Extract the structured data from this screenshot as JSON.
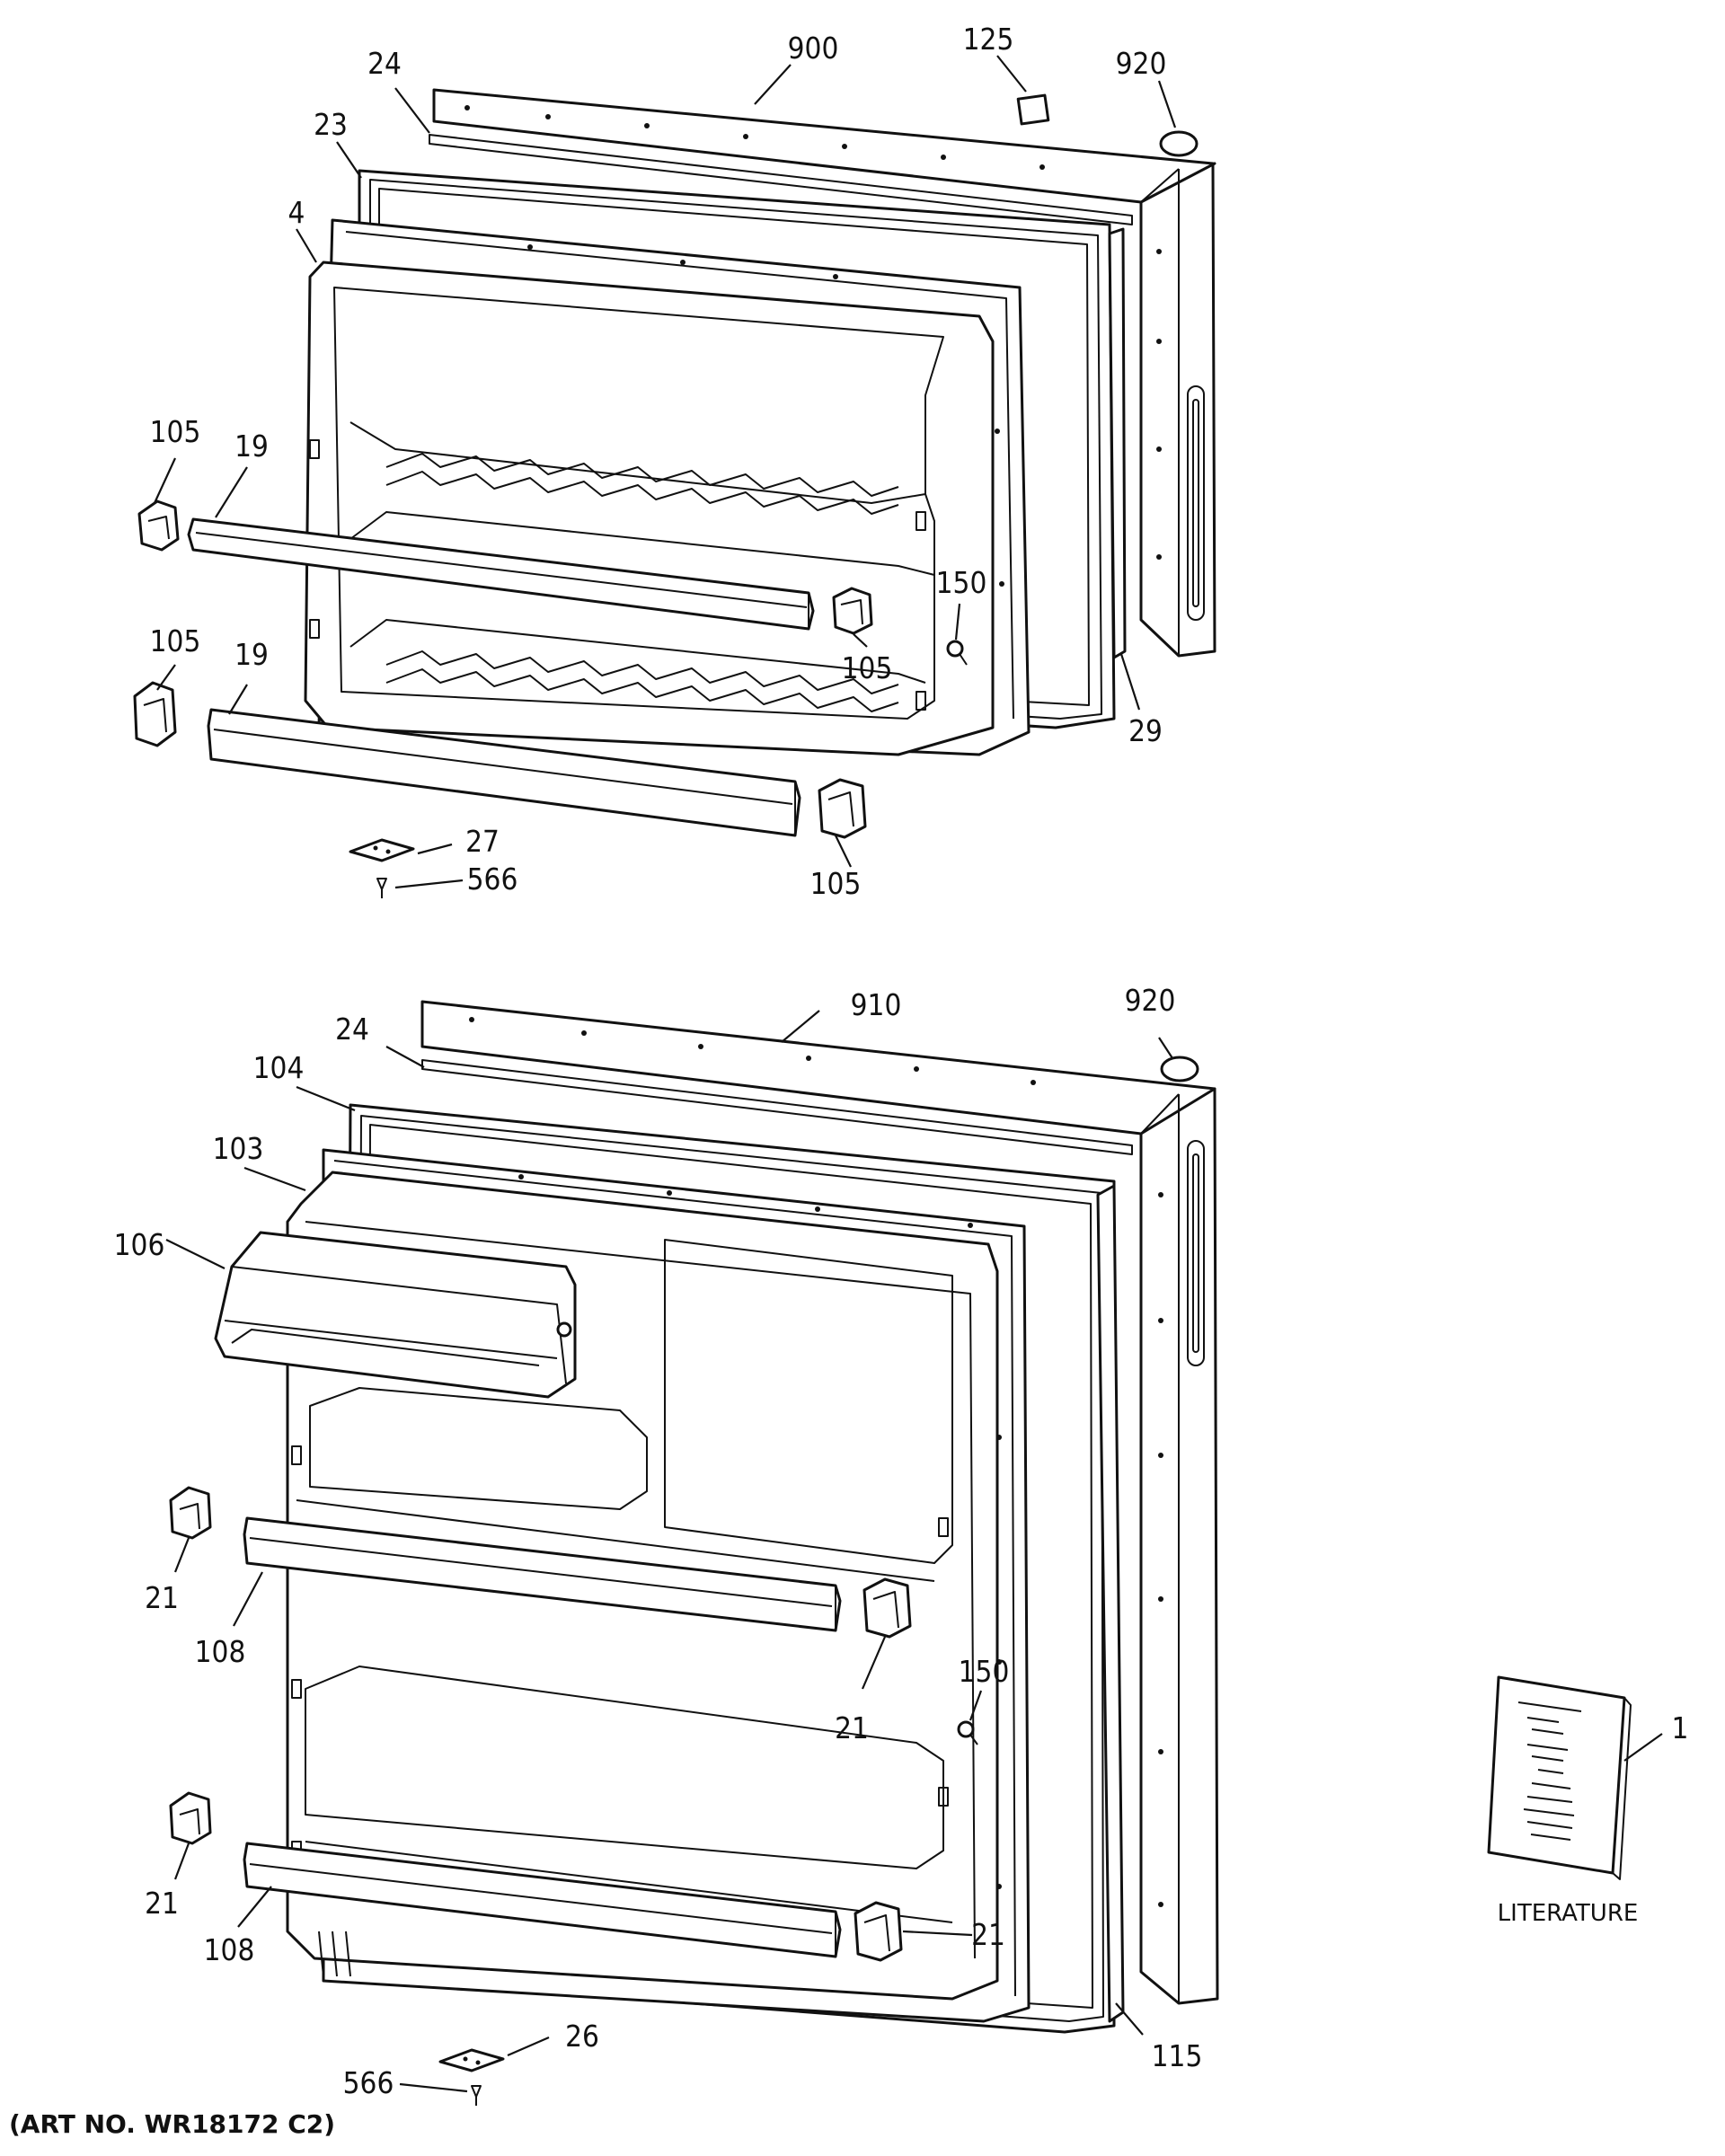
{
  "top_door_labels": {
    "l900": "900",
    "l125": "125",
    "l920": "920",
    "l24": "24",
    "l23": "23",
    "l4": "4",
    "l105a": "105",
    "l19a": "19",
    "l105b": "105",
    "l19b": "19",
    "l150": "150",
    "l105c": "105",
    "l29": "29",
    "l27": "27",
    "l566": "566",
    "l105d": "105"
  },
  "bottom_door_labels": {
    "l910": "910",
    "l920": "920",
    "l24": "24",
    "l104": "104",
    "l103": "103",
    "l106": "106",
    "l21a": "21",
    "l108a": "108",
    "l150": "150",
    "l21b": "21",
    "l21c": "21",
    "l108b": "108",
    "l21d": "21",
    "l115": "115",
    "l26": "26",
    "l566": "566"
  },
  "literature": {
    "number": "1",
    "caption": "LITERATURE"
  },
  "footer": {
    "art_number": "(ART NO. WR18172 C2)"
  }
}
